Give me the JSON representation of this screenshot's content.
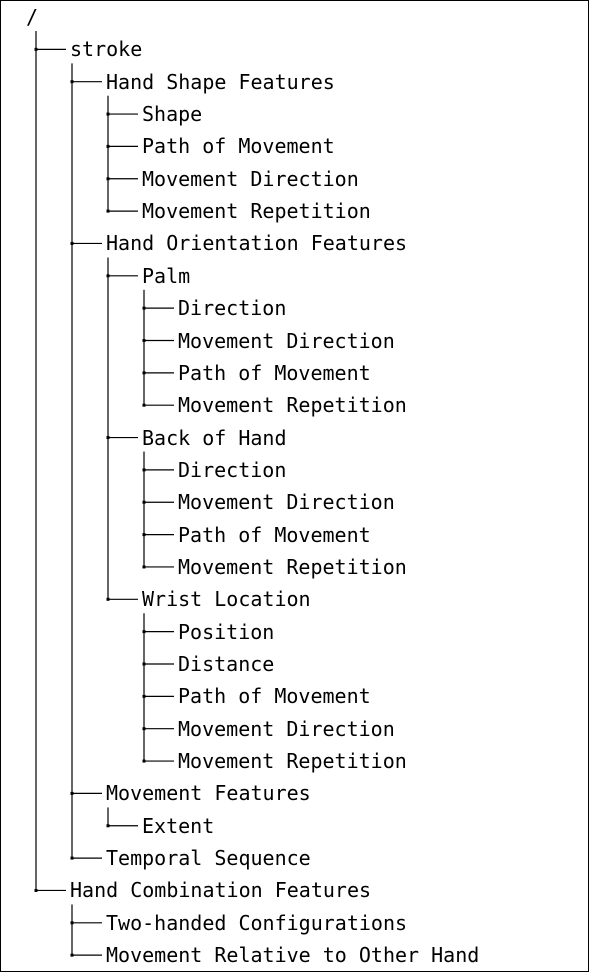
{
  "tree": {
    "root": {
      "label": "/",
      "children": [
        {
          "label": "stroke",
          "children": [
            {
              "label": "Hand Shape Features",
              "children": [
                {
                  "label": "Shape"
                },
                {
                  "label": "Path of Movement"
                },
                {
                  "label": "Movement Direction"
                },
                {
                  "label": "Movement Repetition"
                }
              ]
            },
            {
              "label": "Hand Orientation Features",
              "children": [
                {
                  "label": "Palm",
                  "children": [
                    {
                      "label": "Direction"
                    },
                    {
                      "label": "Movement Direction"
                    },
                    {
                      "label": "Path of Movement"
                    },
                    {
                      "label": "Movement Repetition"
                    }
                  ]
                },
                {
                  "label": "Back of Hand",
                  "children": [
                    {
                      "label": "Direction"
                    },
                    {
                      "label": "Movement Direction"
                    },
                    {
                      "label": "Path of Movement"
                    },
                    {
                      "label": "Movement Repetition"
                    }
                  ]
                },
                {
                  "label": "Wrist Location",
                  "children": [
                    {
                      "label": "Position"
                    },
                    {
                      "label": "Distance"
                    },
                    {
                      "label": "Path of Movement"
                    },
                    {
                      "label": "Movement Direction"
                    },
                    {
                      "label": "Movement Repetition"
                    }
                  ]
                }
              ]
            },
            {
              "label": "Movement Features",
              "children": [
                {
                  "label": "Extent"
                }
              ]
            },
            {
              "label": "Temporal Sequence"
            }
          ]
        },
        {
          "label": "Hand Combination Features",
          "children": [
            {
              "label": "Two-handed Configurations"
            },
            {
              "label": "Movement Relative to Other Hand"
            }
          ]
        }
      ]
    }
  }
}
